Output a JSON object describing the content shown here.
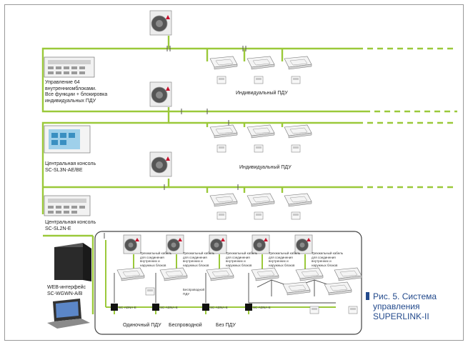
{
  "colors": {
    "bus_line": "#9bc93a",
    "frame": "#9a9a9a",
    "caption": "#234a8c",
    "outdoor_unit": "#e9e9e9",
    "brand_mark": "#c8102e"
  },
  "labels": {
    "control_64": "Управление 64\nвнутренниомблоками.\nВсе функции + блокировка\nиндивидуальных ПДУ",
    "individual_remote_1": "Индивидуальный ПДУ",
    "central_console_1": "Центральная консоль\nSC-SL3N-AE/BE",
    "individual_remote_2": "Индивидуальный ПДУ",
    "central_console_2": "Центральная консоль\nSC-SL2N-E",
    "web_interface": "WEB-интерфейс\nSC-WGWN-A/B",
    "wireless_remote": "Беспроводной\nПДУ",
    "single_remote": "Одиночный ПДУ",
    "wireless": "Беспроводной",
    "no_remote": "Без ПДУ"
  },
  "three_core_cable": "Трехжильный кабель\nдля соединения\nвнутренних и\nнаружных блоков",
  "adapter_label": "SC-ADNA-E",
  "caption": {
    "line1": "Рис. 5. Система",
    "line2": "управления",
    "line3": "SUPERLINK-II"
  }
}
